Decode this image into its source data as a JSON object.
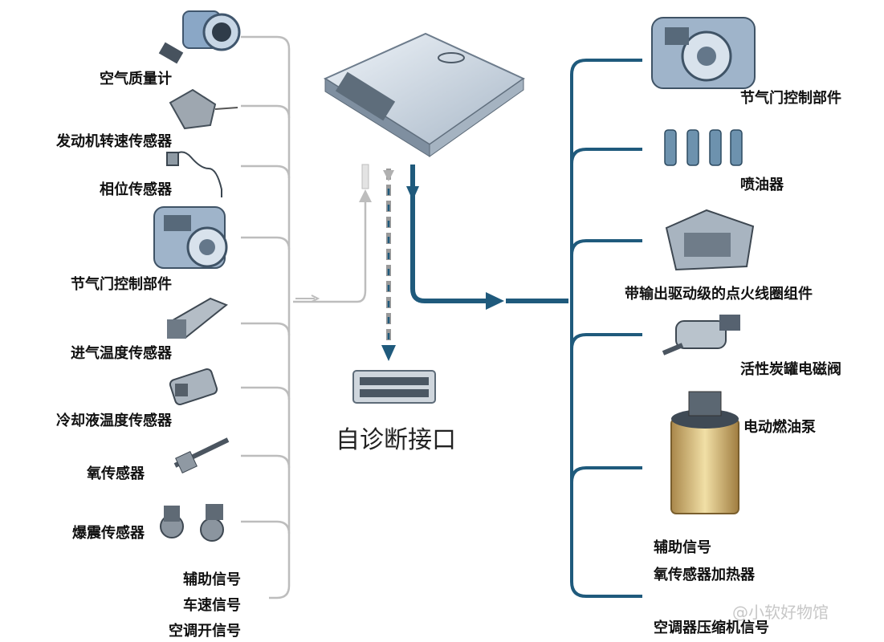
{
  "inputs": {
    "maf": "空气质量计",
    "rpm": "发动机转速传感器",
    "cam": "相位传感器",
    "throttle": "节气门控制部件",
    "iat": "进气温度传感器",
    "ect": "冷却液温度传感器",
    "o2": "氧传感器",
    "knock": "爆震传感器",
    "aux": "辅助信号",
    "speed": "车速信号",
    "ac": "空调开信号"
  },
  "outputs": {
    "throttle": "节气门控制部件",
    "injector": "喷油器",
    "ignition": "带输出驱动级的点火线圈组件",
    "canister": "活性炭罐电磁阀",
    "pump": "电动燃油泵",
    "aux": "辅助信号",
    "o2heater": "氧传感器加热器",
    "ac_comp": "空调器压缩机信号"
  },
  "center": {
    "diag": "自诊断接口"
  },
  "watermark": "@小软好物馆",
  "colors": {
    "input_line": "#bdbdbd",
    "output_line": "#1f5a7c",
    "part_blue": "#8aa7c6",
    "part_gray": "#9ea7b0"
  }
}
